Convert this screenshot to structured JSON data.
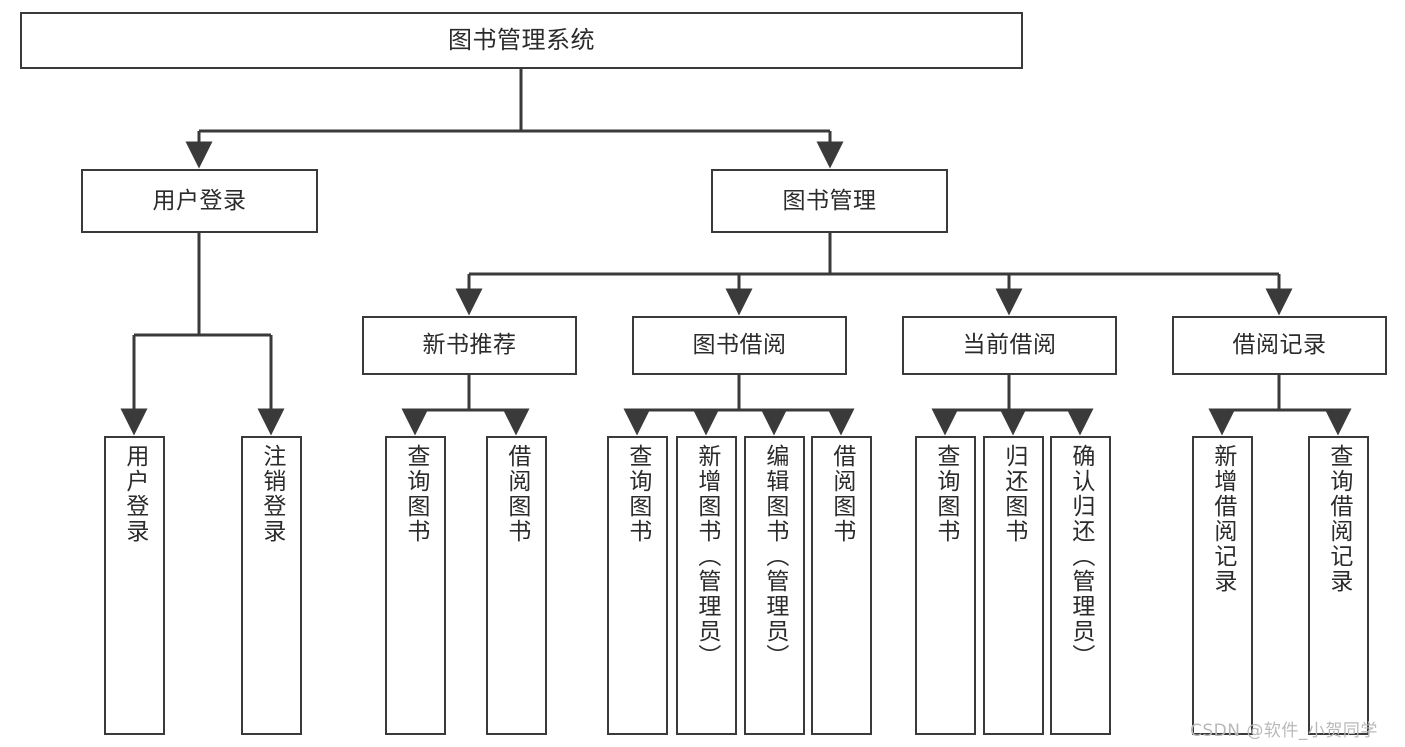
{
  "diagram": {
    "type": "hierarchy-tree",
    "title": "图书管理系统",
    "colors": {
      "box_border": "#3a3a3a",
      "box_fill": "#ffffff",
      "connector": "#3a3a3a",
      "text": "#2b2b2b",
      "watermark": "#b9b9b9"
    },
    "nodes": {
      "root": {
        "label": "图书管理系统"
      },
      "tier2": [
        {
          "id": "user-login",
          "label": "用户登录"
        },
        {
          "id": "book-management",
          "label": "图书管理"
        }
      ],
      "tier3": [
        {
          "id": "new-book-recommend",
          "label": "新书推荐"
        },
        {
          "id": "book-borrow",
          "label": "图书借阅"
        },
        {
          "id": "current-borrow",
          "label": "当前借阅"
        },
        {
          "id": "borrow-record",
          "label": "借阅记录"
        }
      ],
      "leaves": {
        "user_login": [
          {
            "id": "leaf-user-login",
            "label": "用户登录"
          },
          {
            "id": "leaf-logout-login",
            "label": "注销登录"
          }
        ],
        "new_book_recommend": [
          {
            "id": "leaf-query-book-1",
            "label": "查询图书"
          },
          {
            "id": "leaf-borrow-book-1",
            "label": "借阅图书"
          }
        ],
        "book_borrow": [
          {
            "id": "leaf-query-book-2",
            "label": "查询图书"
          },
          {
            "id": "leaf-add-book-admin",
            "label": "新增图书（管理员）"
          },
          {
            "id": "leaf-edit-book-admin",
            "label": "编辑图书（管理员）"
          },
          {
            "id": "leaf-borrow-book-2",
            "label": "借阅图书"
          }
        ],
        "current_borrow": [
          {
            "id": "leaf-query-book-3",
            "label": "查询图书"
          },
          {
            "id": "leaf-return-book",
            "label": "归还图书"
          },
          {
            "id": "leaf-confirm-return-admin",
            "label": "确认归还（管理员）"
          }
        ],
        "borrow_record": [
          {
            "id": "leaf-add-borrow-record",
            "label": "新增借阅记录"
          },
          {
            "id": "leaf-query-borrow-record",
            "label": "查询借阅记录"
          }
        ]
      }
    },
    "watermark": "CSDN @软件_小贺同学"
  }
}
